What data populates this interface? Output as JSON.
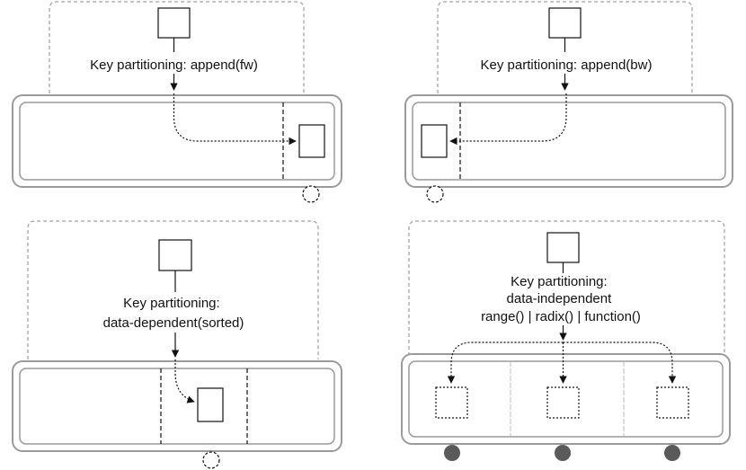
{
  "panels": [
    {
      "label_lines": [
        "Key partitioning: append(fw)"
      ]
    },
    {
      "label_lines": [
        "Key partitioning: append(bw)"
      ]
    },
    {
      "label_lines": [
        "Key partitioning:",
        "data-dependent(sorted)"
      ]
    },
    {
      "label_lines": [
        "Key partitioning:",
        "data-independent",
        "range() | radix() | function()"
      ]
    }
  ],
  "colors": {
    "stroke": "#111111",
    "container_stroke": "#9a9a9a",
    "dashed_frame": "#8a8a8a",
    "divider_light": "#bbbbbb",
    "node_fill": "#5a5a5a"
  }
}
